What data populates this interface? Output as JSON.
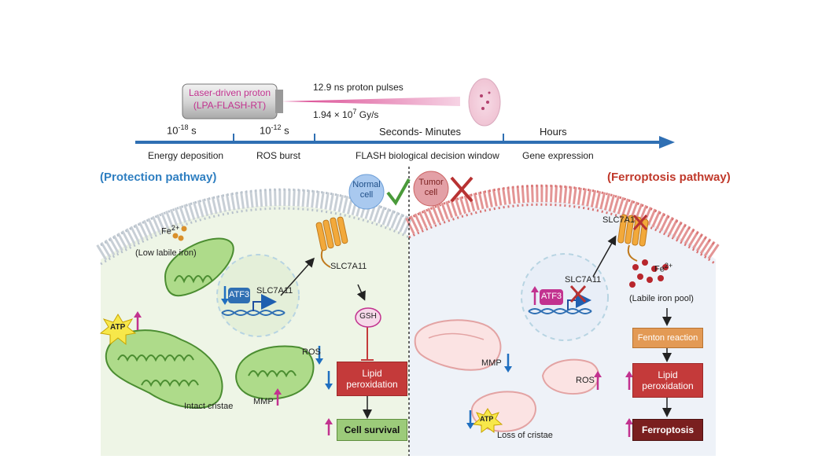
{
  "laser": {
    "line1": "Laser-driven proton",
    "line2": "(LPA-FLASH-RT)"
  },
  "pulse": {
    "line1": "12.9 ns proton pulses",
    "line2_base": "1.94 × 10",
    "line2_exp": "7",
    "line2_unit": " Gy/s"
  },
  "timeline": {
    "t1_base": "10",
    "t1_exp": "-18",
    "t1_unit": " s",
    "t2_base": "10",
    "t2_exp": "-12",
    "t2_unit": " s",
    "t3": "Seconds- Minutes",
    "t4": "Hours",
    "p1": "Energy deposition",
    "p2": "ROS burst",
    "p3": "FLASH biological decision window",
    "p4": "Gene expression"
  },
  "left": {
    "title": "(Protection pathway)",
    "fe_base": "Fe",
    "fe_exp": "2+",
    "low_iron": "(Low labile iron)",
    "atf3": "ATF3",
    "slc_gene": "SLC7A11",
    "slc_protein": "SLC7A11",
    "atp": "ATP",
    "ros": "ROS",
    "mmp": "MMP",
    "cristae": "Intact cristae",
    "gsh": "GSH",
    "lipid1": "Lipid",
    "lipid2": "peroxidation",
    "survival": "Cell survival"
  },
  "center": {
    "normal1": "Normal",
    "normal2": "cell",
    "tumor1": "Tumor",
    "tumor2": "cell"
  },
  "right": {
    "title": "(Ferroptosis pathway)",
    "slc_protein": "SLC7A1",
    "fe_base": "Fe",
    "fe_exp": "2+",
    "labile": "(Labile iron pool)",
    "atf3": "ATF3",
    "slc_gene": "SLC7A11",
    "fenton": "Fenton reaction",
    "lipid1": "Lipid",
    "lipid2": "peroxidation",
    "ferroptosis": "Ferroptosis",
    "mmp": "MMP",
    "ros": "ROS",
    "atp": "ATP",
    "cristae": "Loss of cristae"
  },
  "colors": {
    "blue_title": "#2f7fc1",
    "red_title": "#c0392b",
    "timeline": "#2f6fb3",
    "red_box": "#c43a3a",
    "dark_red_box": "#7a1f1f",
    "orange_box": "#e39a55",
    "green_box": "#9ccb7a",
    "magenta": "#c2328f"
  }
}
